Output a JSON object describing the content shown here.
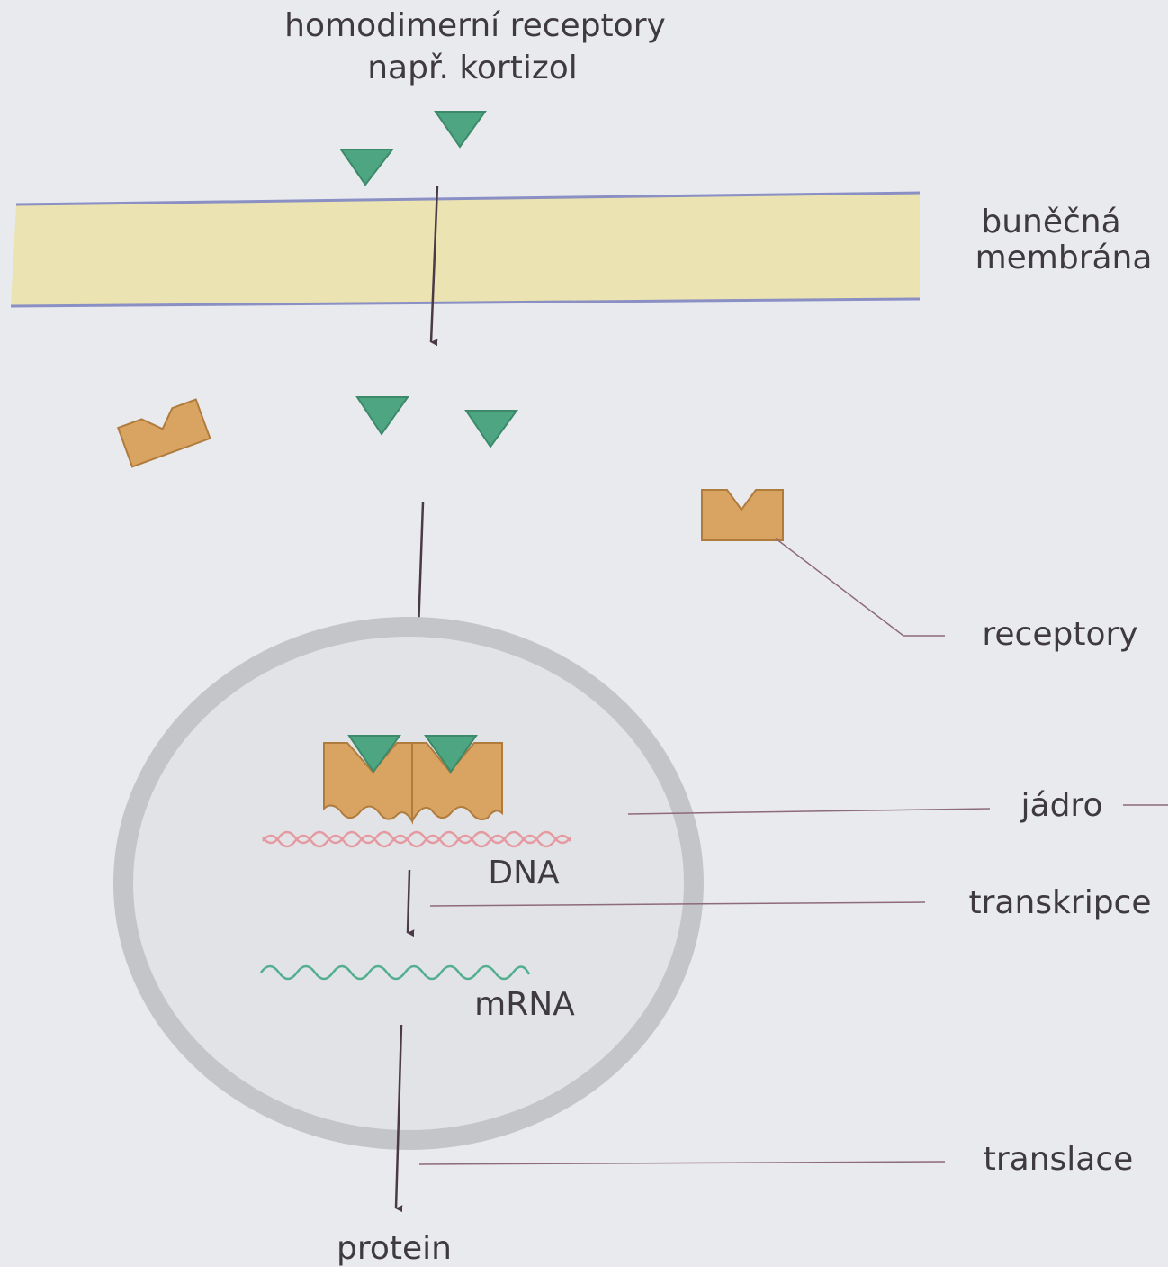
{
  "labels": {
    "title_line1": "homodimerní receptory",
    "title_line2": "např. kortizol",
    "membrane_line1": "buněčná",
    "membrane_line2": "membrána",
    "receptors": "receptory",
    "nucleus": "jádro",
    "transcription": "transkripce",
    "dna": "DNA",
    "mrna": "mRNA",
    "translation": "translace",
    "protein": "protein"
  },
  "colors": {
    "background": "#e9eaee",
    "membrane_fill": "#ebe3b2",
    "membrane_edge": "#8a8fc4",
    "hormone": "#4ea582",
    "receptor": "#d9a462",
    "nucleus_ring": "#c4c5c9",
    "nucleus_fill": "#e2e3e6",
    "dna": "#e59aa2",
    "mrna": "#53ae8e",
    "arrow": "#4a3a46",
    "leader_line": "#8d6b78"
  },
  "icons": [
    "hormone-triangle-icon",
    "receptor-icon"
  ]
}
